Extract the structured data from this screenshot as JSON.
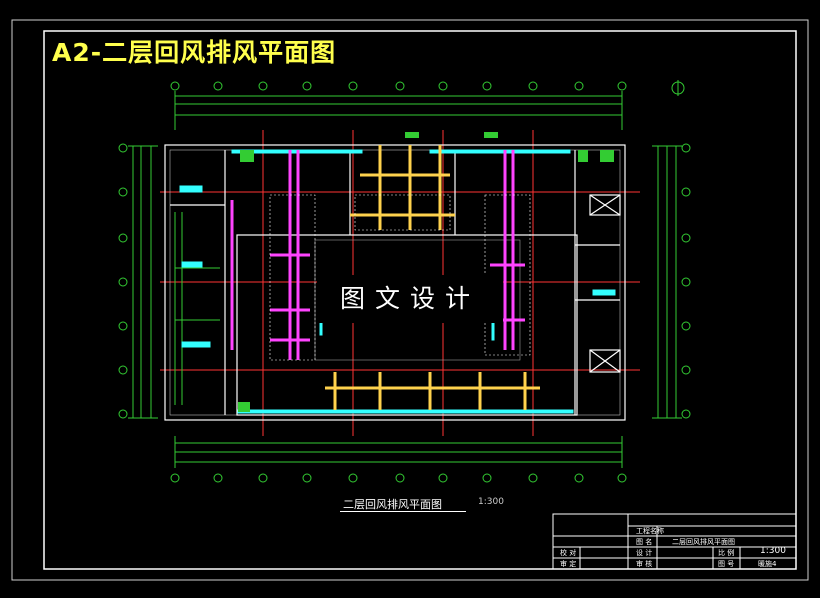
{
  "title": "A2-二层回风排风平面图",
  "watermark": "图文设计",
  "plan": {
    "caption": "二层回风排风平面图",
    "scale": "1:300"
  },
  "title_block": {
    "project_label": "工程名称",
    "drawing_name_label": "图 名",
    "drawing_name": "二层回风排风平面图",
    "design_label": "设 计",
    "check_label": "审 核",
    "ratio_label": "比 例",
    "ratio_value": "1:300",
    "sheet_label": "图 号",
    "sheet_value": "暖施4",
    "drawn_label": "校 对",
    "approved_label": "审 定"
  },
  "colors": {
    "wall": "#ffffff",
    "grid_axis": "#33cc33",
    "axis_red": "#ff3333",
    "return_duct": "#ff44ff",
    "exhaust_duct": "#ffd24d",
    "accent_cyan": "#33ffff",
    "title": "#ffff4d"
  }
}
